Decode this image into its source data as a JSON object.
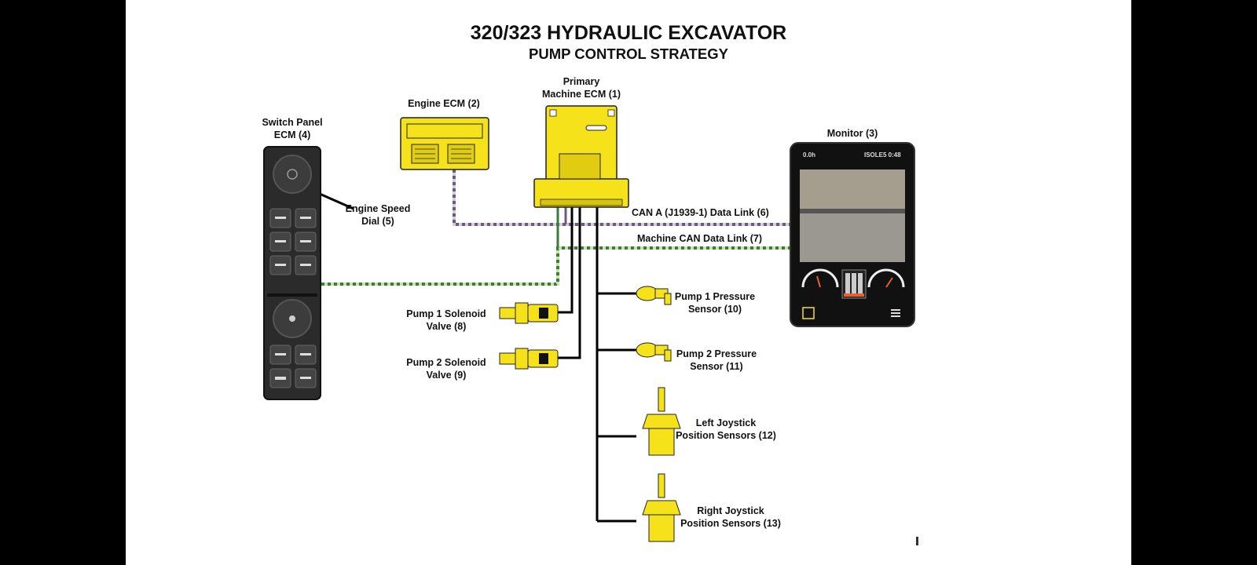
{
  "title": "320/323 HYDRAULIC EXCAVATOR",
  "subtitle": "PUMP CONTROL STRATEGY",
  "components": {
    "primary_ecm": {
      "line1": "Primary",
      "line2": "Machine ECM (1)"
    },
    "engine_ecm": {
      "line1": "Engine ECM (2)"
    },
    "monitor": {
      "line1": "Monitor (3)",
      "status_left": "0.0h",
      "status_right": "ISOLE5  0:48"
    },
    "switch_panel": {
      "line1": "Switch Panel",
      "line2": "ECM (4)"
    },
    "engine_speed_dial": {
      "line1": "Engine Speed",
      "line2": "Dial (5)"
    },
    "pump1_solenoid": {
      "line1": "Pump 1 Solenoid",
      "line2": "Valve (8)"
    },
    "pump2_solenoid": {
      "line1": "Pump 2 Solenoid",
      "line2": "Valve (9)"
    },
    "pump1_pressure": {
      "line1": "Pump 1 Pressure",
      "line2": "Sensor (10)"
    },
    "pump2_pressure": {
      "line1": "Pump 2 Pressure",
      "line2": "Sensor (11)"
    },
    "left_joystick": {
      "line1": "Left Joystick",
      "line2": "Position Sensors (12)"
    },
    "right_joystick": {
      "line1": "Right Joystick",
      "line2": "Position Sensors (13)"
    }
  },
  "links": {
    "can_a": "CAN A (J1939-1) Data Link (6)",
    "machine_can": "Machine CAN Data Link (7)"
  },
  "colors": {
    "component_yellow": "#f5e21a",
    "can_a_stripe_1": "#6b5a7e",
    "can_a_stripe_2": "#d4ccd8",
    "machine_can_stripe_1": "#3e7a3c",
    "machine_can_stripe_2": "#c9e0b0",
    "wire": "#000000",
    "background": "#ffffff",
    "outer_background": "#000000"
  }
}
